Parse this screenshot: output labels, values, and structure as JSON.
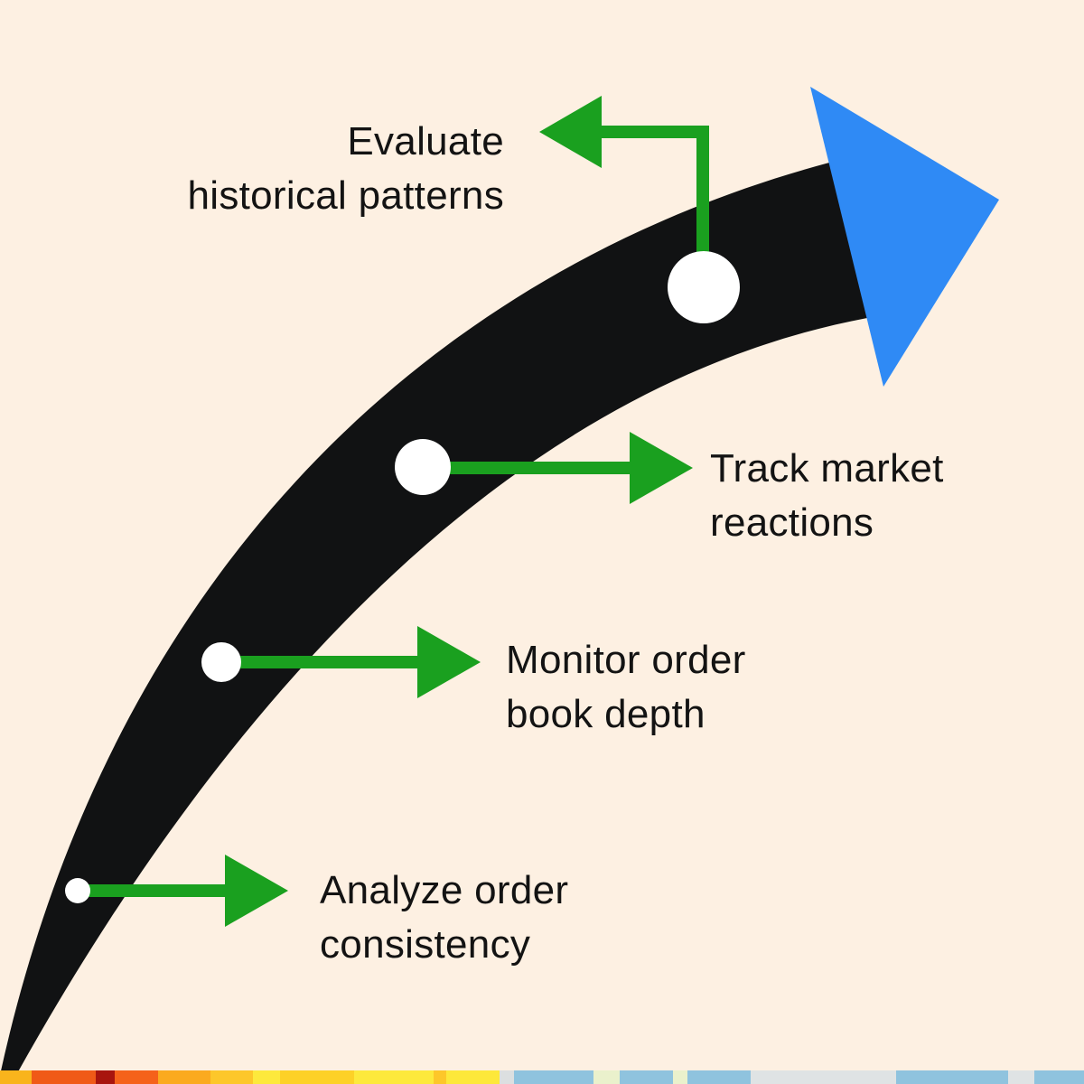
{
  "steps": [
    {
      "line1": "Analyze order",
      "line2": "consistency"
    },
    {
      "line1": "Monitor order",
      "line2": "book depth"
    },
    {
      "line1": "Track market",
      "line2": "reactions"
    },
    {
      "line1": "Evaluate",
      "line2": "historical patterns"
    }
  ],
  "colors": {
    "background": "#fdf0e2",
    "curve": "#111213",
    "arrowhead": "#2f8af5",
    "connector": "#1aa01f",
    "marker": "#ffffff",
    "text": "#131313"
  }
}
